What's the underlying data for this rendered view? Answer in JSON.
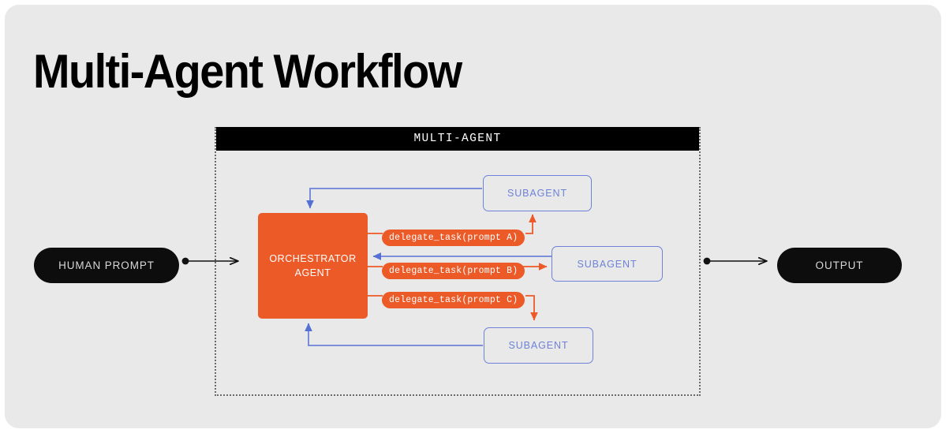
{
  "page": {
    "title": "Multi-Agent Workflow",
    "background_color": "#e9e9e9",
    "canvas_color": "#ffffff"
  },
  "colors": {
    "orange": "#ec5a28",
    "blue": "#6d82d8",
    "black": "#0d0d0d",
    "boundary": "#6a6a6a"
  },
  "boundary": {
    "header_label": "MULTI-AGENT"
  },
  "endpoints": {
    "input": {
      "label": "HUMAN PROMPT"
    },
    "output": {
      "label": "OUTPUT"
    }
  },
  "orchestrator": {
    "line1": "ORCHESTRATOR",
    "line2": "AGENT"
  },
  "subagents": [
    {
      "label": "SUBAGENT"
    },
    {
      "label": "SUBAGENT"
    },
    {
      "label": "SUBAGENT"
    }
  ],
  "delegate_calls": [
    {
      "label": "delegate_task(prompt A)"
    },
    {
      "label": "delegate_task(prompt B)"
    },
    {
      "label": "delegate_task(prompt C)"
    }
  ]
}
